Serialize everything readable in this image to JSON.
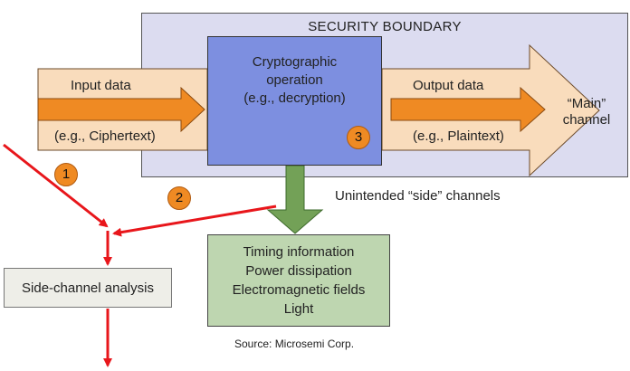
{
  "boundary": {
    "label": "SECURITY BOUNDARY"
  },
  "crypto": {
    "line1": "Cryptographic",
    "line2": "operation",
    "line3": "(e.g., decryption)",
    "badge": "3"
  },
  "input": {
    "title": "Input data",
    "example": "(e.g., Ciphertext)"
  },
  "output": {
    "title": "Output data",
    "example": "(e.g., Plaintext)",
    "main_line1": "“Main”",
    "main_line2": "channel"
  },
  "side": {
    "label": "Unintended “side” channels"
  },
  "leak_box": {
    "items": [
      "Timing information",
      "Power dissipation",
      "Electromagnetic fields",
      "Light"
    ]
  },
  "analysis": {
    "label": "Side-channel analysis"
  },
  "badges": {
    "one": "1",
    "two": "2"
  },
  "source": "Source: Microsemi  Corp.",
  "colors": {
    "arrow_orange": "#ef8a23",
    "band_light": "#f9dcbc",
    "red": "#e8161b",
    "boundary": "#dcdcf0",
    "crypto": "#7d8fe0",
    "green_arrow": "#73a157",
    "green_box": "#bed6b0"
  }
}
